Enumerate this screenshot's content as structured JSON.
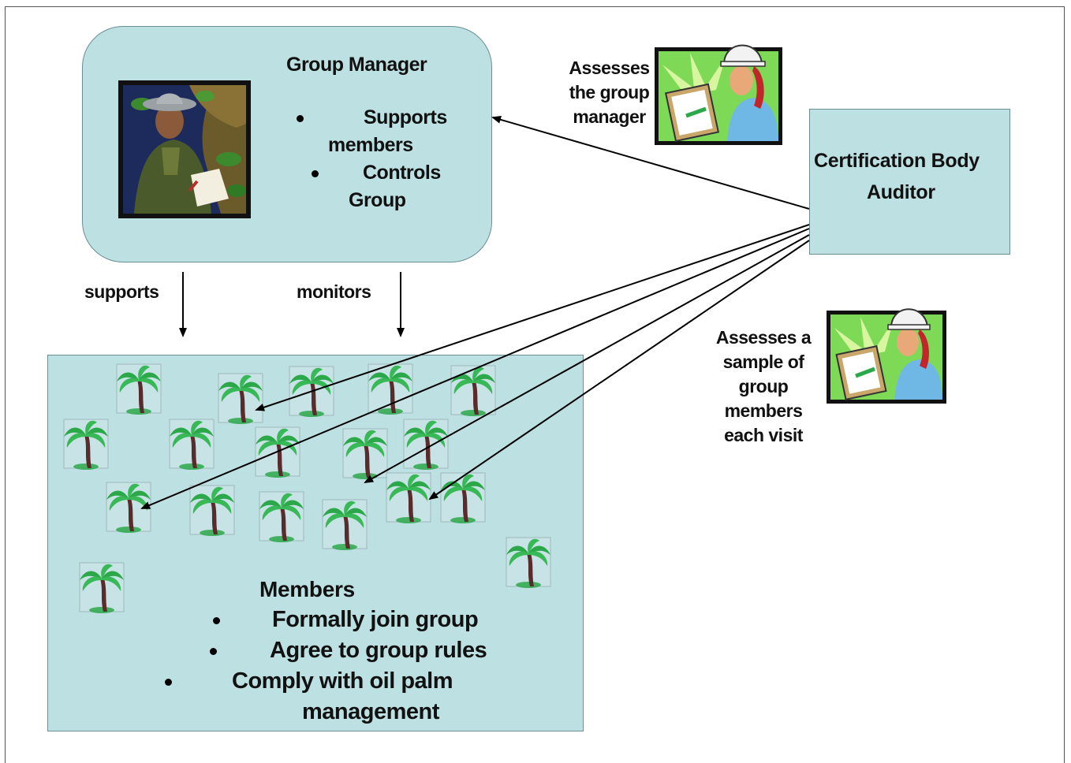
{
  "group_manager": {
    "title": "Group Manager",
    "bullets": [
      {
        "line1": "Supports",
        "line2": "members"
      },
      {
        "line1": "Controls",
        "line2": "Group"
      }
    ]
  },
  "certification_body": {
    "line1": "Certification Body",
    "line2": "Auditor"
  },
  "edges": {
    "supports": "supports",
    "monitors": "monitors"
  },
  "assess_manager": {
    "lines": [
      "Assesses",
      "the group",
      "manager"
    ]
  },
  "assess_members": {
    "lines": [
      "Assesses a",
      "sample of",
      "group",
      "members",
      "each visit"
    ]
  },
  "members": {
    "title": "Members",
    "bullets": [
      {
        "line1": "Formally join group"
      },
      {
        "line1": "Agree to group rules"
      },
      {
        "line1": "Comply with oil palm",
        "line2": "management"
      }
    ]
  },
  "colors": {
    "box_fill": "#bde0e2",
    "palm_leaf": "#2ca84a",
    "palm_trunk": "#5a2b2b",
    "auditor_bg": "#7ed957"
  }
}
